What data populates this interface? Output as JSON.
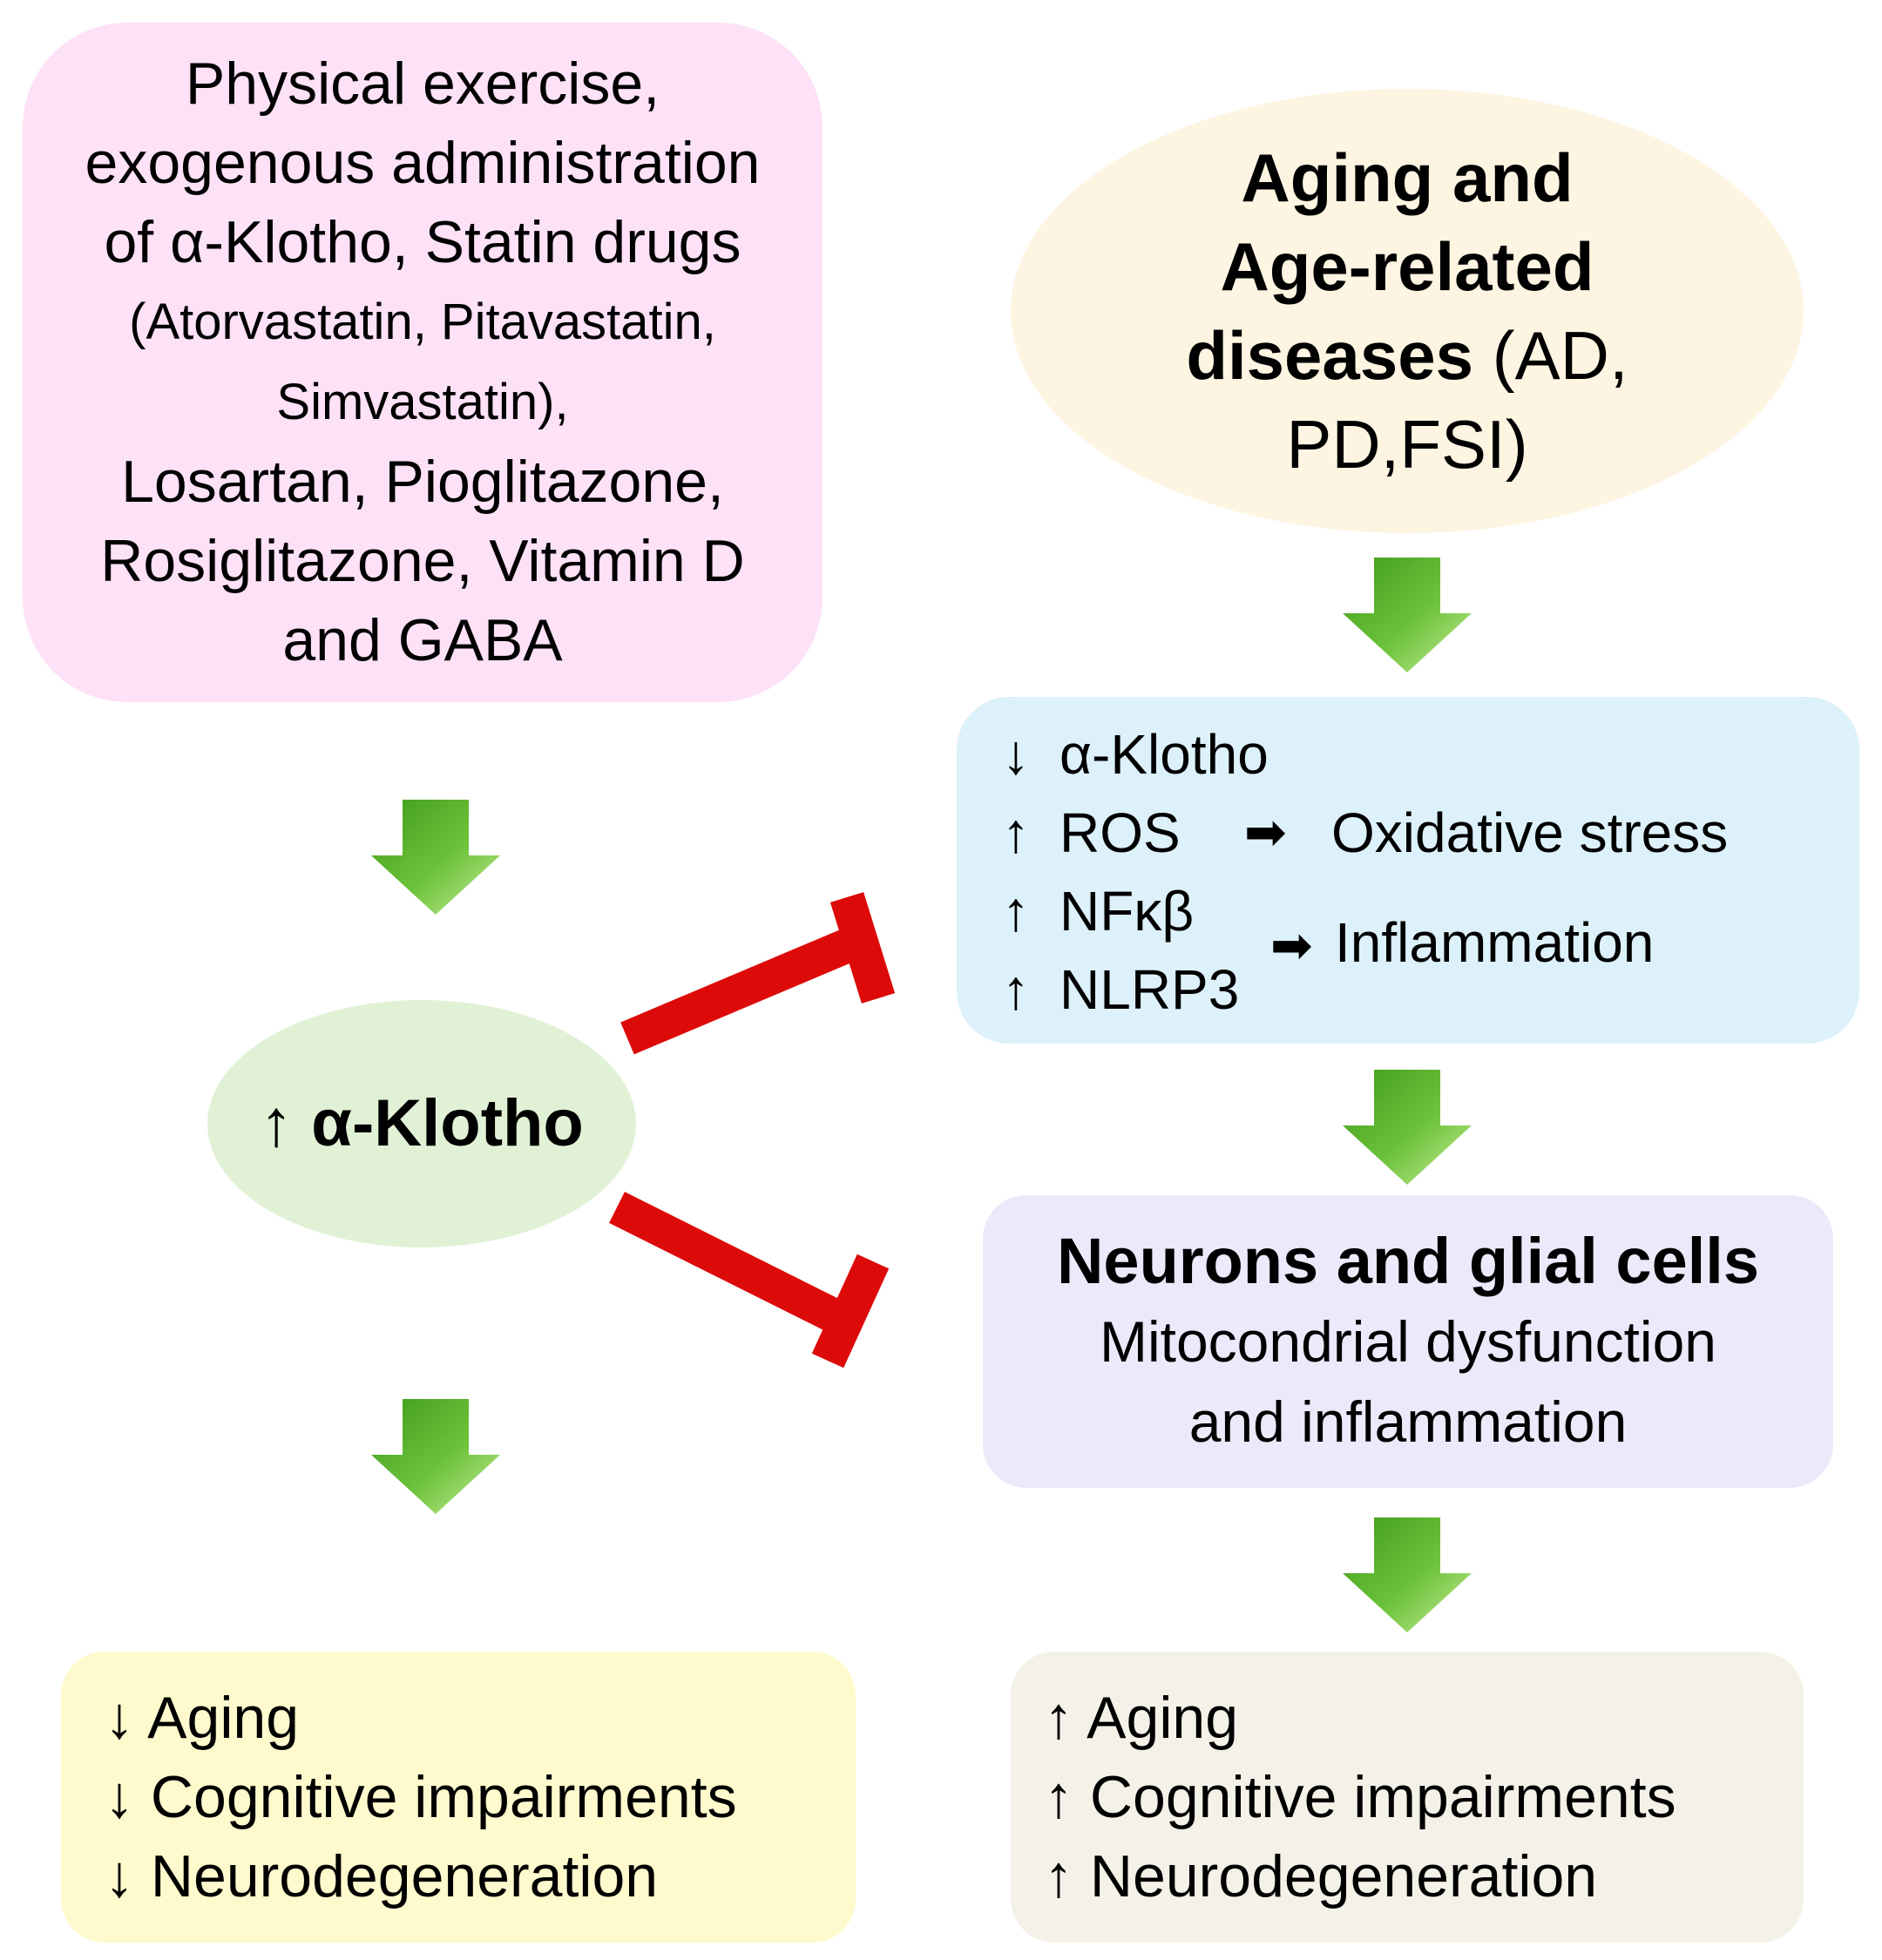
{
  "interventions": {
    "lines": [
      "Physical exercise,",
      "exogenous administration",
      "of α-Klotho, Statin drugs",
      "(Atorvastatin, Pitavastatin,",
      "Simvastatin),",
      "Losartan, Pioglitazone,",
      "Rosiglitazone, Vitamin D",
      "and GABA"
    ]
  },
  "aging": {
    "line1": "Aging and",
    "line2": "Age-related",
    "line3_bold": "diseases",
    "line3_rest": " (AD,",
    "line4": "PD,FSI)"
  },
  "molecular": {
    "rows": [
      {
        "arrow": "↓",
        "label": "α-Klotho"
      },
      {
        "arrow": "↑",
        "label": "ROS"
      },
      {
        "arrow": "↑",
        "label": "NFκβ"
      },
      {
        "arrow": "↑",
        "label": "NLRP3"
      }
    ],
    "result_arrow": "➡",
    "oxidative": "Oxidative stress",
    "inflammation": "Inflammation"
  },
  "klotho": {
    "arrow": "↑",
    "label": "α-Klotho"
  },
  "neurons": {
    "title": "Neurons and glial cells",
    "line1": "Mitocondrial dysfunction",
    "line2": "and inflammation"
  },
  "outcome_left": {
    "rows": [
      {
        "arrow": "↓",
        "label": "Aging"
      },
      {
        "arrow": "↓",
        "label": "Cognitive impairments"
      },
      {
        "arrow": "↓",
        "label": "Neurodegeneration"
      }
    ]
  },
  "outcome_right": {
    "rows": [
      {
        "arrow": "↑",
        "label": "Aging"
      },
      {
        "arrow": "↑",
        "label": "Cognitive impairments"
      },
      {
        "arrow": "↑",
        "label": "Neurodegeneration"
      }
    ]
  },
  "colors": {
    "green_arrow": "#6cc23a",
    "inhibition": "#dd0a0a"
  }
}
